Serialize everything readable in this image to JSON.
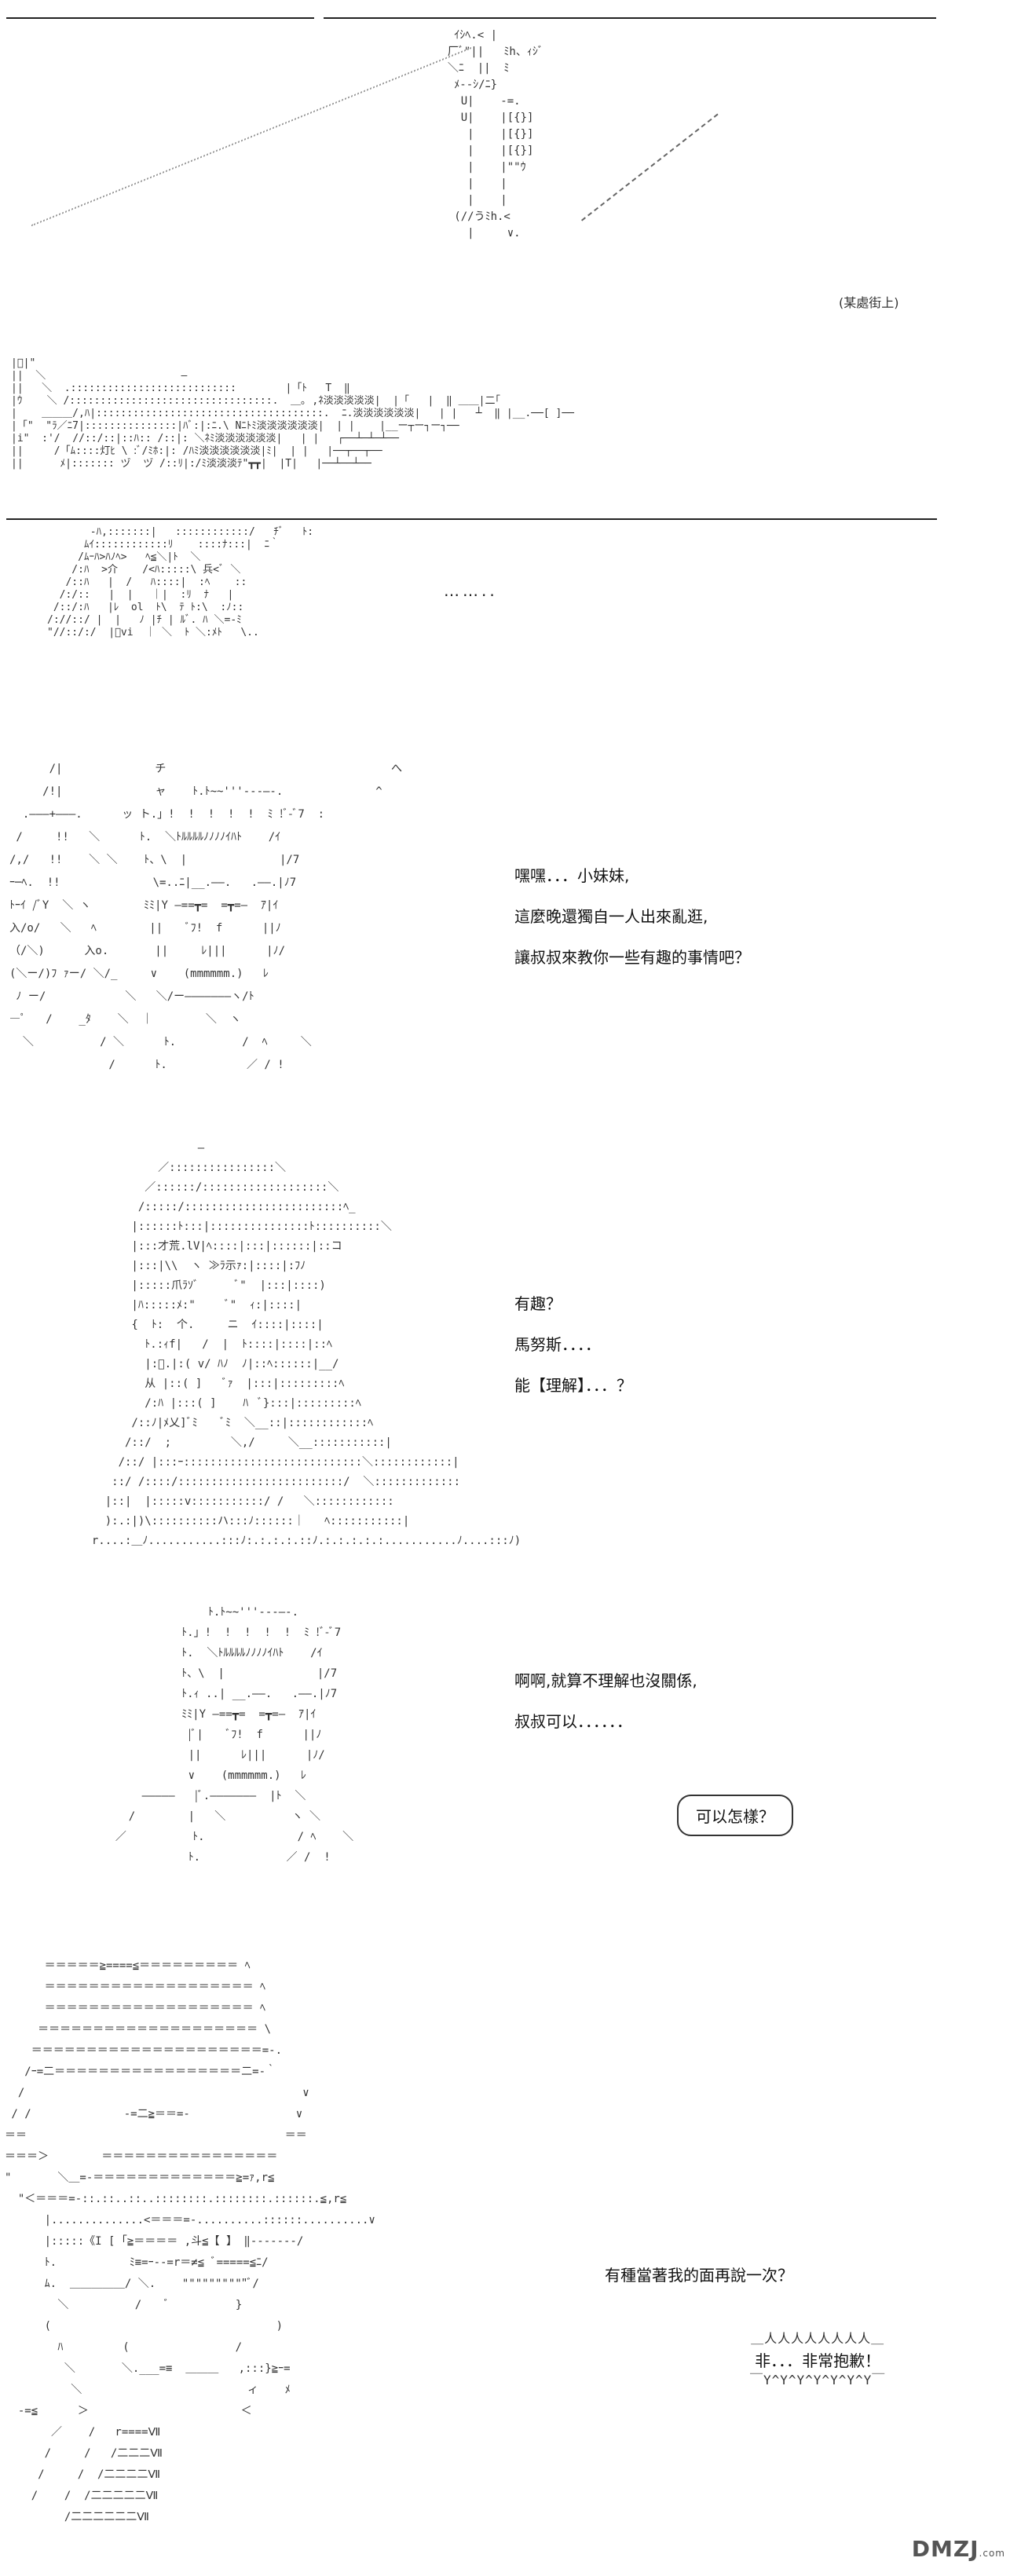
{
  "panel1": {
    "caption": "(某處街上)",
    "ellipsis": "……..",
    "art_top": "                                                    ｲｼﾍ.< |\n                                                   厂ﾞ\"||   ﾐh、ｨｼﾞ\n                                                   ＼ﾆ  ||  ﾐ\n                                                    ﾒ--ｼ/ﾆ}\n                                                     U|    -=.\n                                                     U|    |[{}]\n                                                      |    |[{}]\n                                                      |    |[{}]\n                                                      |    |\"\"ｳ\n                                                      |    |\n                                                      |    |\n                                                    (//うﾐh.<\n                                                      |     ∨.",
    "art_scene": "|ﾞ|\"\n||  ＼                      ―\n||   ＼  .:::::::::::::::::::::::::::        |「ﾄ   T  ‖\n|ｳ    ＼ /:::::::::::::::::::::::::::::::::.  ＿｡ ,ﾈ淡淡淡淡淡|  |「   |  ‖ ＿＿|二｢\n|    ＿＿＿/,ﾊ|:::::::::::::::::::::::::::::::::::::.  ﾆ.淡淡淡淡淡淡|   | |   ┴  ‖ |__.──[ ]──\n|「\"  \"ﾗ／ﾆ7|:::::::::::::::|ﾊﾞ:|:ﾆ.\\ Nﾆﾄﾐ淡淡淡淡淡淡|  | |    |__ー┬ー┐ー┐──\n|i\"  :'/  //::/::|::ﾊ:: /::|: ＼ﾈﾐ淡淡淡淡淡淡|   | |   ┌──┴─┴─┴──\n||     /「ﾑ::::灯ﾋ \\ :ﾞ/ﾐﾎ:|: /ﾊﾐ淡淡淡淡淡淡|ﾐ|  | |   |──┬──┬──\n||      ﾒ|::::::: ヅ  ヅ /::ﾘ|:/ﾐ淡淡淡ﾃ\"┳┳|  |T|   |──┴──┴──",
    "art_bottom": "       -ﾊ,:::::::|   ::::::::::::/   ﾁﾞ   ﾄ:\n      ﾑｲ::::::::::::ﾘ    ::::ﾅ:::|  ﾆ｀\n     /ﾑｰﾊ>ﾊﾉﾍ>   ﾍ≦＼|ﾄ  ＼\n    /:ﾊ  >介    /<ﾊ:::::\\ 兵<ﾞ ＼\n   /::ﾊ   |  /   ﾊ::::|  :ﾍ    ::\n  /:/::   |  |   ｜|  :ﾘ  ﾅ   |  \n /::/:ﾊ   |ﾚ  ol  ﾄ\\  ﾃ ﾄ:\\  :ﾉ::\n/://::/ |  |   ﾉ |ﾁ | ﾙﾞ. ﾊ ＼=-ﾐ\n\"//::/:/  |ﾞvi  ｜ ＼  ﾄ ＼:ﾒﾄ   \\.."
  },
  "panel2": {
    "dialogue": [
      "嘿嘿．．．小妹妹,",
      "這麼晚還獨自一人出來亂逛,",
      "讓叔叔來教你一些有趣的事情吧？"
    ],
    "art": "      /|              チ                                  へ\n     /!|              ャ    ﾄ.ﾄ~~'''--‐―‐.              ^\n  .―――+―――.      ッ ト.」!  !  !  !  !  ﾐ !ﾞ-ﾞ7  :\n /     !!   ＼      ﾄ.  ＼ﾄﾙﾙﾙﾙﾉﾉﾉﾉｲﾊﾄ    /ｲ\n/,/   !!    ＼ ＼    ﾄ、\\  |              |/7\nｰ─ﾍ.  !!              \\=..ﾆ|__.――.   .――.|ﾉ7\nﾄｰｲ /ﾞY  ＼ ヽ        ﾐﾐ|Y ―==┳=  =┳=―  ｱ|ｲ\n入/o/   ＼   ﾍ        ||    ﾞﾌ!  f      ||ﾉ\n（/＼)      入o.       ||     ﾚ|||      |ﾉ/\n(＼ー/)ﾌ ｧー/ ＼/_     ∨    (mmmmmm.)   ﾚ\n ﾉ ー/            ＼   ＼/ー―――――――ヽ/ﾄ\n―ﾟ   /    _ﾀ    ＼  ｜        ＼  ヽ\n  ＼          / ＼      ﾄ.          /  ﾍ     ＼\n               /      ﾄ.            ／ / !"
  },
  "panel3": {
    "dialogue": [
      "有趣？",
      "馬努斯．．．．",
      "能【理解】．．．？"
    ],
    "art": "                  ―\n            ／::::::::::::::::＼\n          ／::::::/:::::::::::::::::::＼\n         /:::::/::::::::::::::::::::::::ﾍ_\n        |::::::ﾄ:::|:::::::::::::::ﾄ::::::::::＼\n        |:::才荒.lV|ﾍ::::|:::|::::::|::コ\n        |:::|\\\\  ヽ ≫ﾗ示ｧ:|::::|:ﾌﾉ\n        |:::::爪ﾗｿﾞ      ﾞ\"  |:::|::::)\n        |ﾊ:::::ﾒ:\"     ﾞ\"  ｨ:|::::|\n        {  ﾄ:  个.     ニ  ｲ::::|::::|\n          ﾄ.:ｨf|   /  |  ﾄ::::|::::|::ﾍ\n          |:ﾞ.|:( v/ ﾊﾉ  ﾉ|::ﾍ::::::|__/\n          从 |::( ]   ﾞｧ  |:::|:::::::::ﾍ\n          /:ﾊ |:::( ]    ﾊ  ﾞ}:::|:::::::::ﾍ\n        /::ﾉ|ﾒ乂]ﾞﾐ    ﾞﾐ  ＼__::|::::::::::::ﾍ\n       /::/  ;         ＼,/     ＼__:::::::::::|\n      /::/ |:::ｰ:::::::::::::::::::::::::::＼::::::::::::|\n     ::/ /::::/:::::::::::::::::::::::::/  ＼:::::::::::::\n    |::|  |:::::v:::::::::::/ /   ＼::::::::::::\n    ):.:|)\\::::::::::ハ:::ﾉ::::::｜   ﾍ:::::::::::|\n  r....:＿ﾉ...........:::ﾉ:.:.:.:.::ﾉ.:.:.:.:.:...........ﾉ....:::ﾉ)"
  },
  "panel4": {
    "dialogue": [
      "啊啊,就算不理解也沒關係,",
      "叔叔可以．．．．．．"
    ],
    "bubble": "可以怎樣？",
    "art": "                ﾄ.ﾄ~~'''--‐―‐.\n            ﾄ.」!  !  !  !  !  ﾐ !ﾞ-ﾞ7\n            ﾄ.  ＼ﾄﾙﾙﾙﾙﾉﾉﾉﾉｲﾊﾄ    /ｲ\n            ﾄ、\\  |              |/7\n            ﾄ.ｨ ..| __.――.   .――.|ﾉ7\n            ﾐﾐ|Y ―==┳=  =┳=―  ｱ|ｲ\n             |ﾞ|    ﾞﾌ!  f      ||ﾉ\n             ||      ﾚ|||      |ﾉ/\n             ∨    (mmmmmm.)   ﾚ\n      ―――――   |ﾞ.―――――――  |ﾄ  ＼ \n    /        |   ＼          ヽ ＼\n  ／          ﾄ.              / ﾍ    ＼\n             ﾄ.             ／ /  !"
  },
  "panel5": {
    "dialogue": [
      "有種當著我的面再說一次？"
    ],
    "shout": "非．．．非常抱歉！",
    "art": "      ＝＝＝＝＝≧====≦＝＝＝＝＝＝＝＝＝ ﾍ\n      ＝＝＝＝＝＝＝＝＝＝＝＝＝＝＝＝＝＝＝ ﾍ\n      ＝＝＝＝＝＝＝＝＝＝＝＝＝＝＝＝＝＝＝ ﾍ\n     ＝＝＝＝＝＝＝＝＝＝＝＝＝＝＝＝＝＝＝＝ \\\n    ＝＝＝＝＝＝＝＝＝＝＝＝＝＝＝＝＝＝＝＝＝=-.\n   /ｰ=二＝＝＝＝＝＝＝＝＝＝＝＝＝＝＝＝＝二=-｀\n  /                                          ∨\n / /              -=二≧＝＝=-                ∨\n＝＝                                       ＝＝\n＝＝＝＞        ＝＝＝＝＝＝＝＝＝＝＝＝＝＝＝＝\n\"       ＼＿=-＝＝＝＝＝＝＝＝＝＝＝＝＝≧=ｧ,r≦\n  \"＜＝＝＝=-::.::..::..::::::::.::::::::.::::::.≦,r≦\n      |..............<＝＝＝=-..........::::::..........∨\n      |:::::《I [ ｢≧＝＝＝＝ ,斗≦【 】 ‖‐‐‐‐‐‐‐/\n      ﾄ.           ﾐ≡=ｰ--=r＝≠≦ ﾞ=====≦ﾆ/\n      ﾑ.  ＿＿＿＿＿/ ＼.    \"\"\"\"\"\"\"\"\"\"ﾞ/\n        ＼          /    ﾞ          }\n      (                                  )\n        ﾊ         (                /\n         ＼       ＼.___=≡  ＿＿＿   ,:::}≧ｰ=\n          ＼                         ィ    ﾒ\n  -=≦      ＞                       ＜\n       ／    /   r====Ⅶ\n      /     /   /二二二Ⅶ\n     /     /  /二二二二Ⅶ\n    /    /  /二二二二二Ⅶ\n         /二二二二二二Ⅶ"
  },
  "watermark": "DMZJ",
  "watermark_sub": ".com"
}
